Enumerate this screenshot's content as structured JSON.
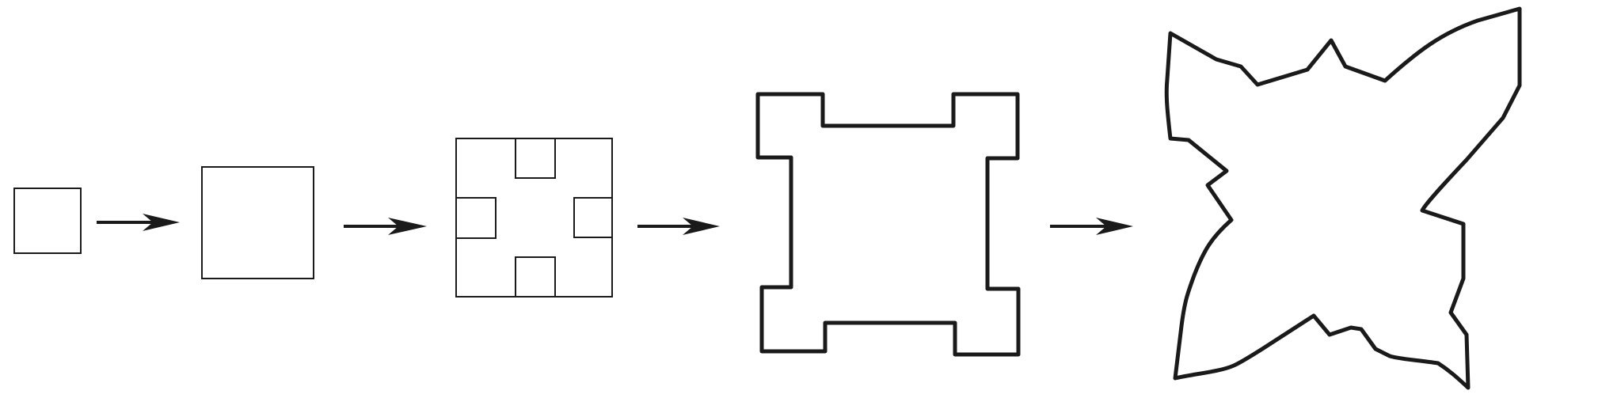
{
  "diagram": {
    "description_stages": [
      "small-square",
      "enlarged-square",
      "notched-square-tiles",
      "stepped-outline",
      "irregular-outline"
    ],
    "colors": {
      "stroke": "#1a1a1a",
      "tile_fill": "#a9a9a9",
      "background": "#ffffff"
    },
    "arrow_count": 4
  }
}
